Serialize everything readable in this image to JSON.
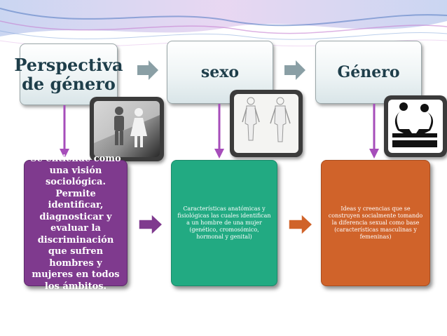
{
  "colors": {
    "header_text": "#1e3e4a",
    "panel_purple": "#7f3a8e",
    "panel_green": "#22aa82",
    "panel_orange": "#d0632a",
    "arrow_gray": "#8a9fa5",
    "connector_purple": "#a64dba",
    "wave_blue": "#5a7fc4",
    "wave_pink": "#c77fd0"
  },
  "headers": [
    {
      "label": "Perspectiva de género"
    },
    {
      "label": "sexo"
    },
    {
      "label": "Género"
    }
  ],
  "panels": [
    {
      "text": "Se entiende como una visión sociológica.\nPermite identificar, diagnosticar y evaluar la discriminación que sufren hombres y mujeres en todos los ámbitos."
    },
    {
      "text": "Características anatómicas y fisiológicas las cuales identifican a un hombre de una mujer (genético, cromosómico, hormonal y genital)"
    },
    {
      "text": "Ideas y creencias que se construyen socialmente tomando la diferencia sexual como base (características masculinas y femeninas)"
    }
  ],
  "images": [
    {
      "icon": "restroom-sign-icon"
    },
    {
      "icon": "anatomy-figures-icon"
    },
    {
      "icon": "silhouettes-couple-icon"
    }
  ]
}
